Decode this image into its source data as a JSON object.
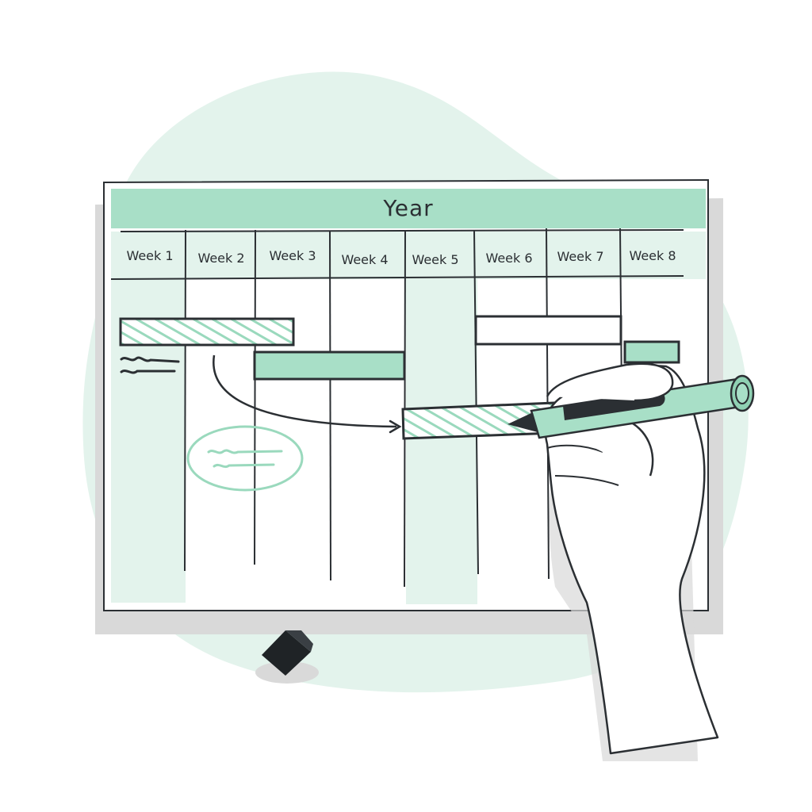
{
  "header": {
    "title": "Year"
  },
  "weeks": [
    {
      "label": "Week 1"
    },
    {
      "label": "Week 2"
    },
    {
      "label": "Week 3"
    },
    {
      "label": "Week 4"
    },
    {
      "label": "Week 5"
    },
    {
      "label": "Week 6"
    },
    {
      "label": "Week 7"
    },
    {
      "label": "Week 8"
    }
  ],
  "colors": {
    "mint_light": "#e3f3ec",
    "mint": "#a8dfc7",
    "mint_mid": "#8fd1b3",
    "ink": "#2b2f33",
    "shadow": "#d9d9d9",
    "cap": "#1f2326"
  }
}
